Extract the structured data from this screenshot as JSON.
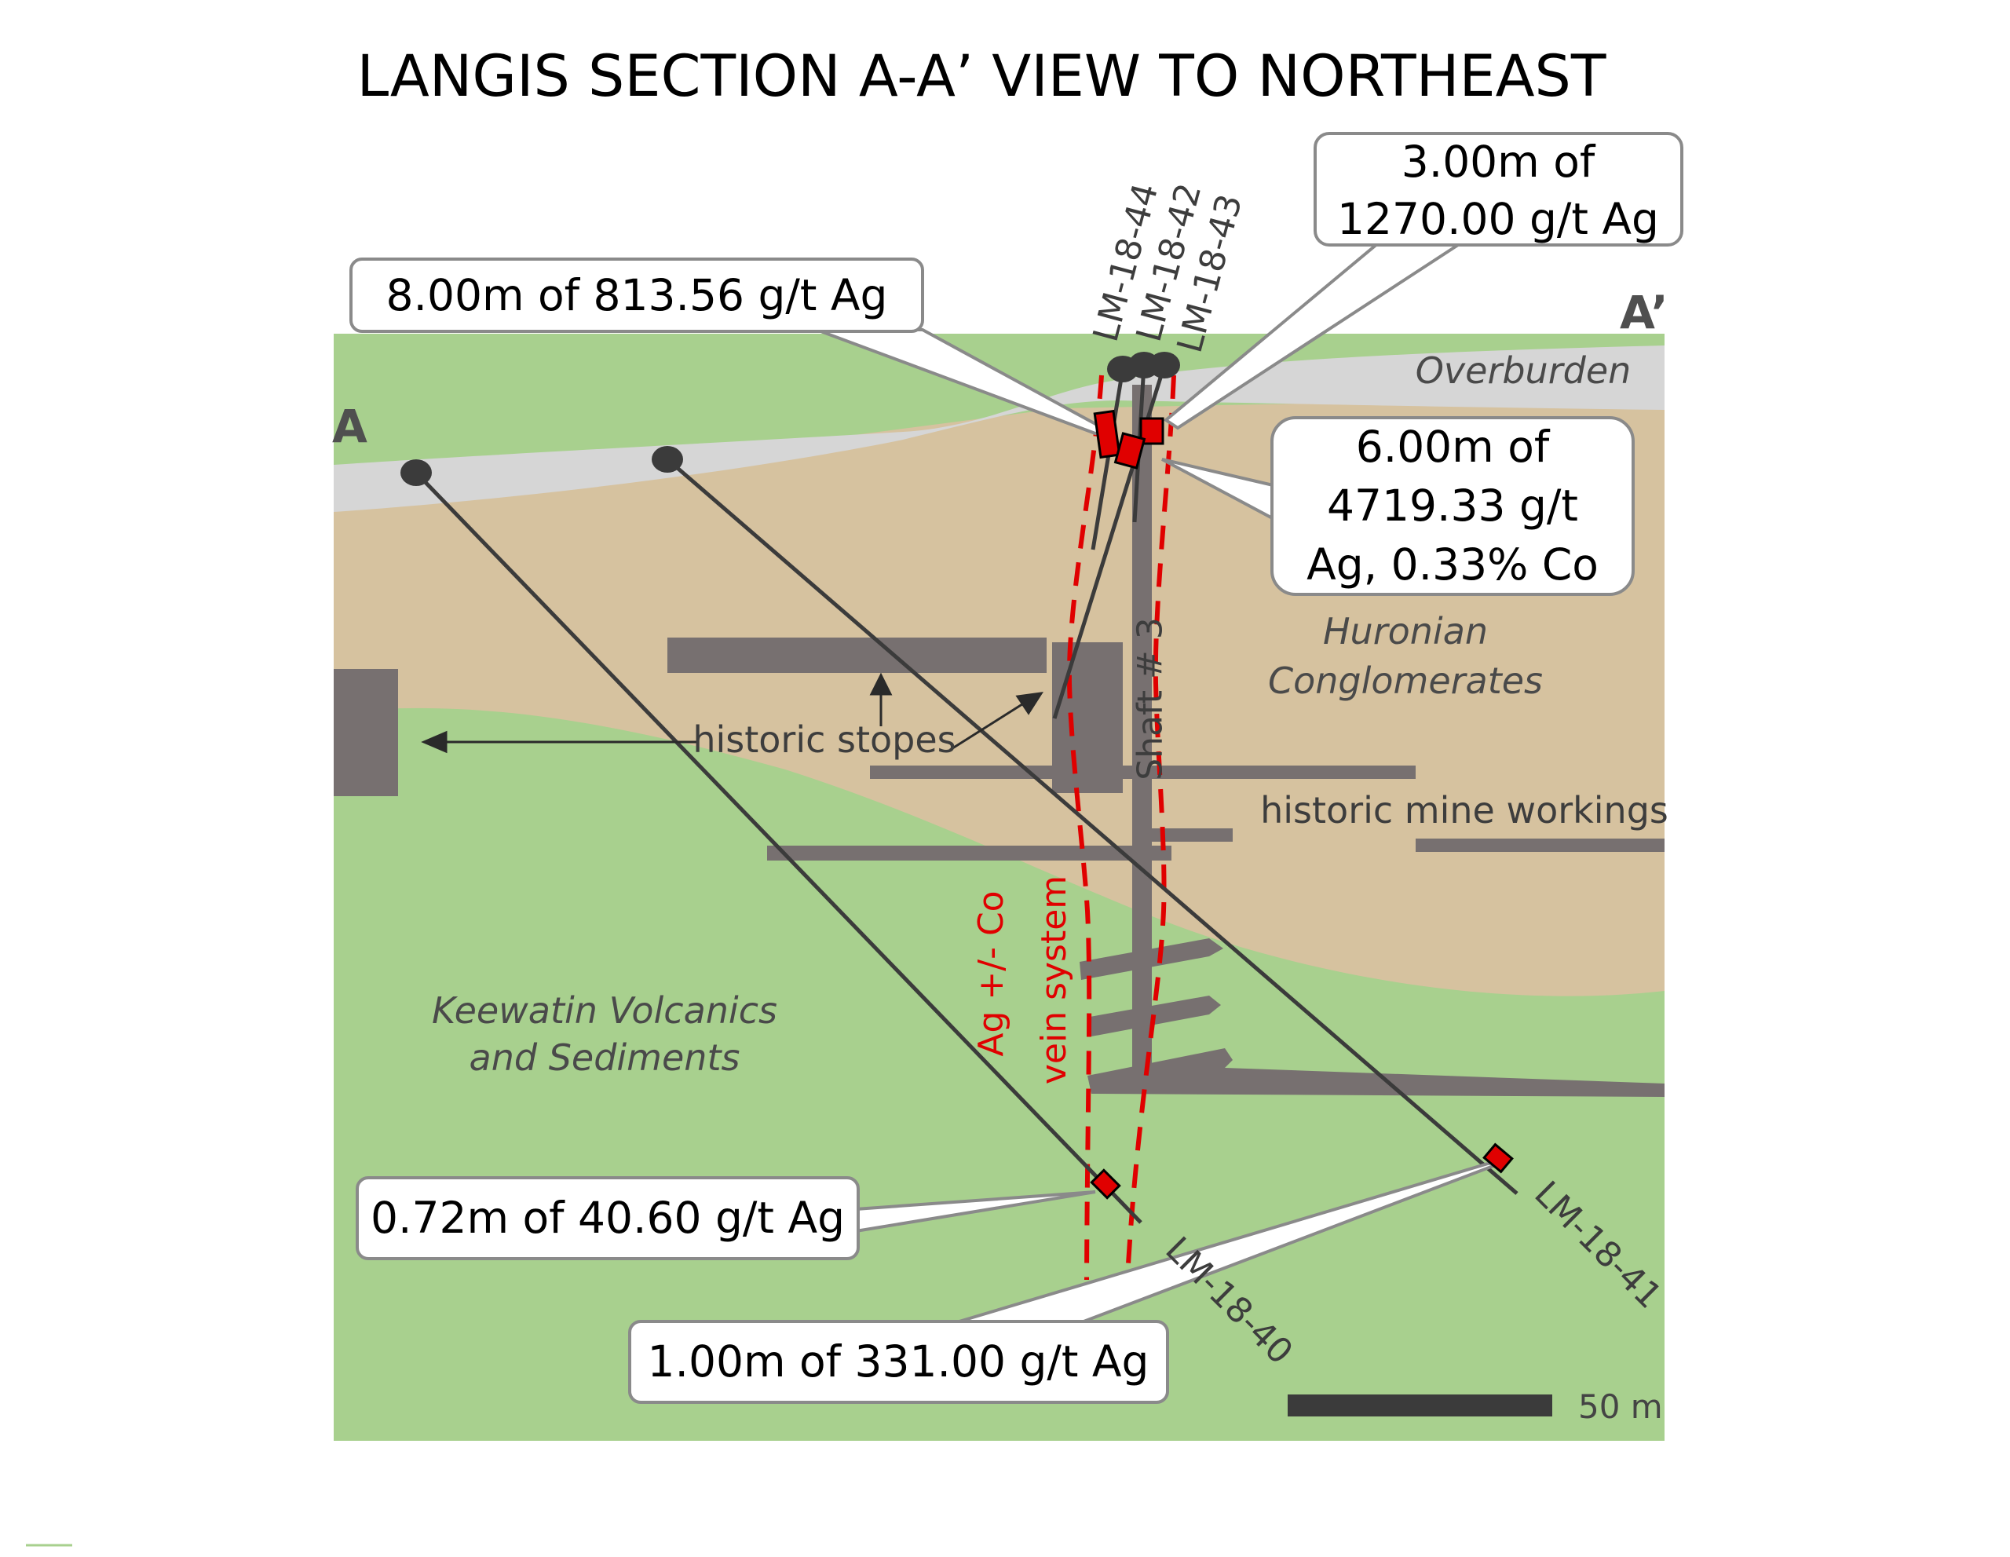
{
  "title": "LANGIS SECTION A-A’ VIEW TO NORTHEAST",
  "section_ends": {
    "left": "A",
    "right": "A’"
  },
  "units": {
    "overburden": "Overburden",
    "huronian_line1": "Huronian",
    "huronian_line2": "Conglomerates",
    "keewatin_line1": "Keewatin Volcanics",
    "keewatin_line2": "and Sediments"
  },
  "labels": {
    "historic_stopes": "historic stopes",
    "historic_mine_workings": "historic mine workings",
    "shaft": "Shaft # 3",
    "vein_line1": "Ag +/- Co",
    "vein_line2": "vein system"
  },
  "drill_holes": [
    "LM-18-44",
    "LM-18-42",
    "LM-18-43",
    "LM-18-40",
    "LM-18-41"
  ],
  "intercepts": {
    "c1": "8.00m of 813.56 g/t Ag",
    "c2_line1": "3.00m of",
    "c2_line2": "1270.00 g/t Ag",
    "c3_line1": "6.00m of",
    "c3_line2": "4719.33 g/t",
    "c3_line3": "Ag, 0.33% Co",
    "c4": "0.72m of 40.60 g/t Ag",
    "c5": "1.00m of 331.00 g/t Ag"
  },
  "scale_bar": "50 m",
  "colors": {
    "overburden": "#d6d6d6",
    "huronian": "#d6c29f",
    "keewatin": "#a8d08e",
    "workings": "#777070",
    "vein": "#e00000",
    "intercept": "#e00000"
  }
}
